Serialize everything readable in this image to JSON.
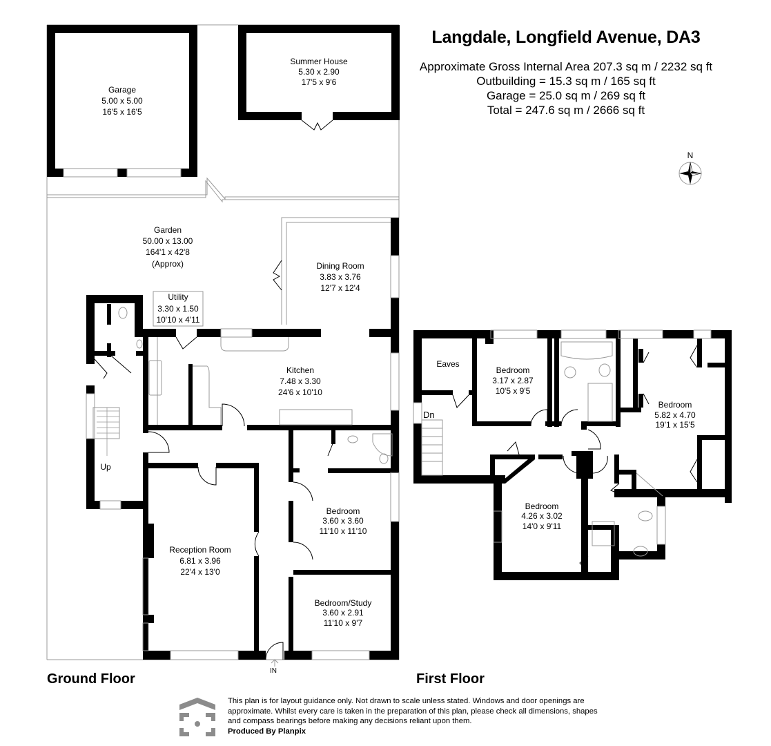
{
  "header": {
    "title": "Langdale, Longfield Avenue, DA3",
    "areas": [
      "Approximate Gross Internal Area 207.3 sq m / 2232 sq ft",
      "Outbuilding = 15.3 sq m / 165 sq ft",
      "Garage = 25.0 sq m / 269 sq ft",
      "Total = 247.6 sq m / 2666 sq ft"
    ]
  },
  "compass": {
    "label": "N"
  },
  "ground_floor": {
    "label": "Ground Floor",
    "entrance_label": "IN",
    "stairs_label": "Up",
    "rooms": {
      "garage": {
        "name": "Garage",
        "metric": "5.00 x 5.00",
        "imperial": "16'5 x 16'5"
      },
      "summer_house": {
        "name": "Summer House",
        "metric": "5.30 x 2.90",
        "imperial": "17'5 x 9'6"
      },
      "garden": {
        "name": "Garden",
        "metric": "50.00 x 13.00",
        "imperial": "164'1 x 42'8",
        "note": "(Approx)"
      },
      "dining_room": {
        "name": "Dining Room",
        "metric": "3.83 x 3.76",
        "imperial": "12'7 x 12'4"
      },
      "utility": {
        "name": "Utility",
        "metric": "3.30 x 1.50",
        "imperial": "10'10 x 4'11"
      },
      "kitchen": {
        "name": "Kitchen",
        "metric": "7.48 x 3.30",
        "imperial": "24'6 x 10'10"
      },
      "reception_room": {
        "name": "Reception Room",
        "metric": "6.81 x 3.96",
        "imperial": "22'4 x 13'0"
      },
      "bedroom": {
        "name": "Bedroom",
        "metric": "3.60 x 3.60",
        "imperial": "11'10 x 11'10"
      },
      "bedroom_study": {
        "name": "Bedroom/Study",
        "metric": "3.60 x 2.91",
        "imperial": "11'10 x 9'7"
      }
    }
  },
  "first_floor": {
    "label": "First Floor",
    "stairs_label": "Dn",
    "rooms": {
      "eaves": {
        "name": "Eaves"
      },
      "bedroom_1": {
        "name": "Bedroom",
        "metric": "3.17 x 2.87",
        "imperial": "10'5 x 9'5"
      },
      "bedroom_2": {
        "name": "Bedroom",
        "metric": "5.82 x 4.70",
        "imperial": "19'1 x 15'5"
      },
      "bedroom_3": {
        "name": "Bedroom",
        "metric": "4.26 x 3.02",
        "imperial": "14'0 x 9'11"
      }
    }
  },
  "footer": {
    "disclaimer": "This plan is for layout guidance only. Not drawn to scale unless stated. Windows and door openings are approximate. Whilst every care is taken in the preparation of this plan, please check all dimensions, shapes and compass bearings before making any decisions reliant upon them.",
    "producer": "Produced By Planpix"
  },
  "colors": {
    "wall": "#000000",
    "line": "#999999",
    "logo": "#8c8c8c",
    "background": "#ffffff"
  }
}
